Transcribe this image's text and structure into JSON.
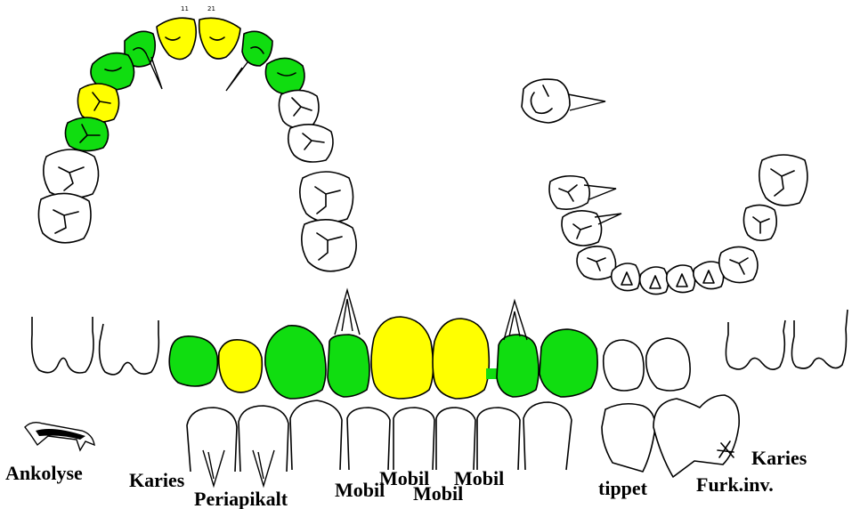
{
  "colors": {
    "green": "#10dd10",
    "yellow": "#ffff00",
    "white": "#ffffff",
    "outline": "#000000"
  },
  "upper_arch_numbers": {
    "left": "11",
    "right": "21"
  },
  "labels": {
    "ankolyse": "Ankolyse",
    "karies_left": "Karies",
    "periapikalt": "Periapikalt",
    "mobil_1": "Mobil",
    "mobil_2": "Mobil",
    "mobil_3": "Mobil",
    "mobil_4": "Mobil",
    "tippet": "tippet",
    "karies_right": "Karies",
    "furk_inv": "Furk.inv."
  }
}
